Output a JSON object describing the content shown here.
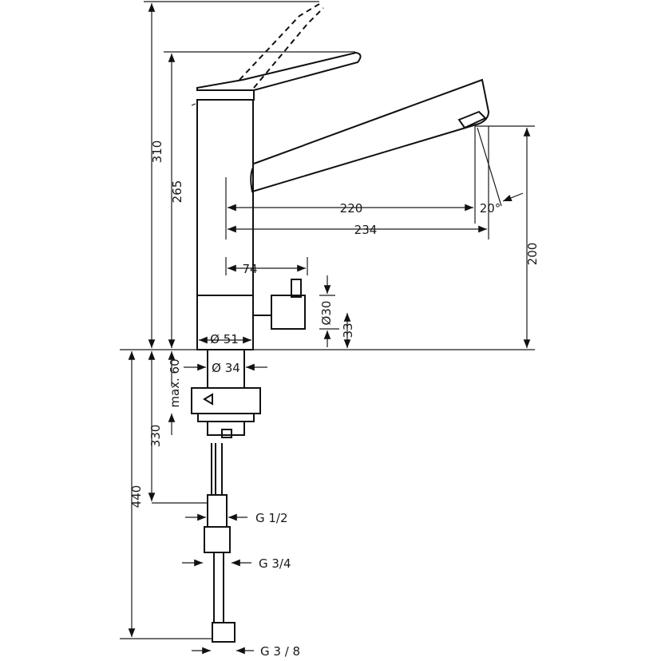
{
  "drawing": {
    "dims": {
      "h_310": "310",
      "h_265": "265",
      "h_200": "200",
      "reach_220": "220",
      "reach_234": "234",
      "angle": "20°",
      "offset_74": "74",
      "dia_30": "Ø30",
      "h_33": "33",
      "dia_51": "Ø 51",
      "dia_34": "Ø 34",
      "max_60": "max. 60",
      "h_330": "330",
      "h_440": "440",
      "thread_g12": "G 1/2",
      "thread_g34": "G 3/4",
      "thread_g38": "G 3 / 8"
    }
  }
}
